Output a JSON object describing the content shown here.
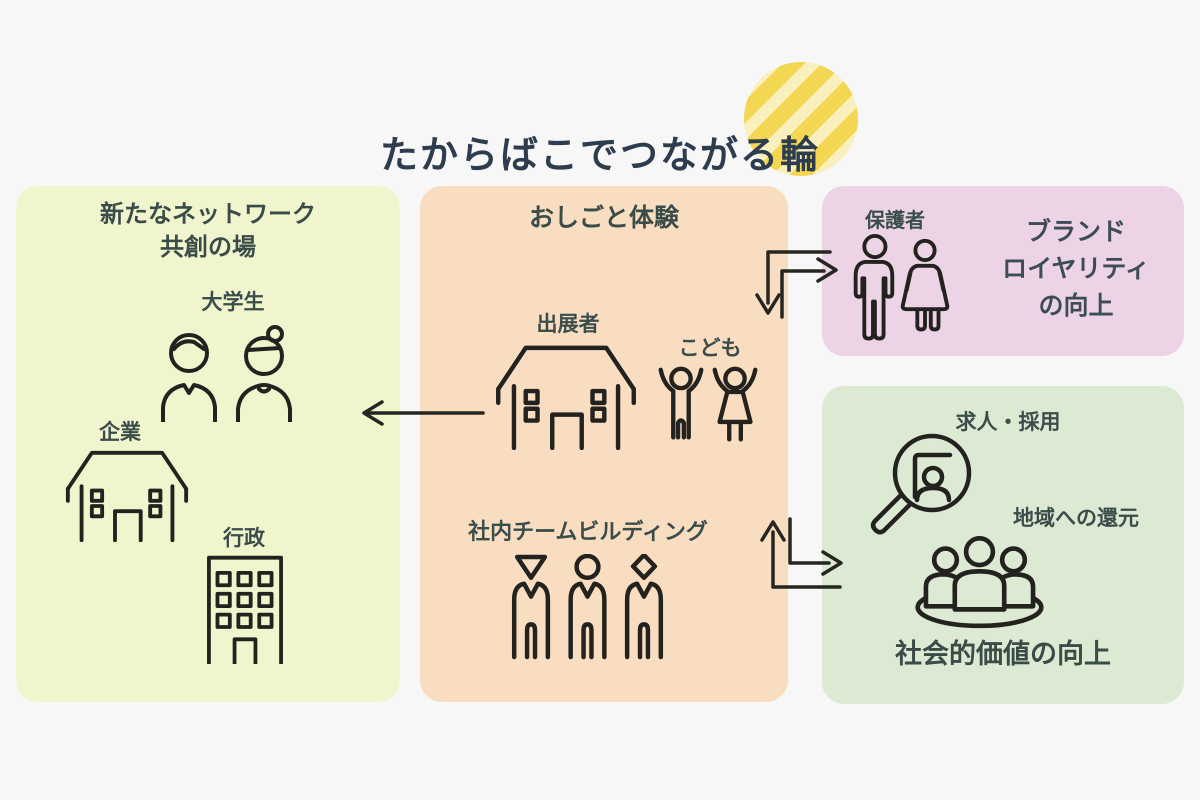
{
  "title": "たからばこでつながる輪",
  "panels": {
    "network": {
      "heading_line1": "新たなネットワーク",
      "heading_line2": "共創の場",
      "labels": {
        "students": "大学生",
        "company": "企業",
        "government": "行政"
      }
    },
    "experience": {
      "heading": "おしごと体験",
      "labels": {
        "exhibitor": "出展者",
        "children": "こども",
        "team_building": "社内チームビルディング"
      }
    },
    "brand": {
      "label": "保護者",
      "line1": "ブランド",
      "line2": "ロイヤリティ",
      "line3": "の向上"
    },
    "social": {
      "labels": {
        "recruiting": "求人・採用",
        "community": "地域への還元"
      },
      "heading": "社会的価値の向上"
    }
  },
  "icons": {
    "students": "university-students-icon",
    "company": "company-house-icon",
    "government": "government-building-icon",
    "exhibitor": "exhibitor-house-icon",
    "children": "cheering-children-icon",
    "parents": "parents-couple-icon",
    "team": "three-team-members-icon",
    "recruiting": "magnifier-profile-icon",
    "community": "community-group-icon"
  },
  "colors": {
    "background": "#f7f7f8",
    "panel_network": "#f1f5cd",
    "panel_experience": "#f9ddc1",
    "panel_brand": "#ecd4e6",
    "panel_social": "#dcead3",
    "title_ink": "#2d3d4e",
    "label_ink": "#3b4d4b",
    "icon_stroke": "#23221e",
    "accent_circle_yellow": "#f3d652",
    "accent_circle_pale": "#faf0bd"
  }
}
